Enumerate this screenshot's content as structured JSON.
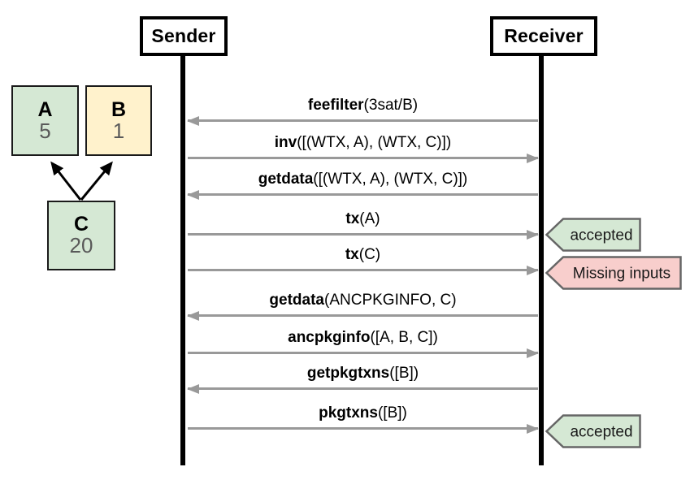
{
  "actors": [
    {
      "label": "Sender"
    },
    {
      "label": "Receiver"
    }
  ],
  "tx_graph": {
    "nodes": [
      {
        "label": "A",
        "value": "5",
        "fill": "#d5e8d4"
      },
      {
        "label": "B",
        "value": "1",
        "fill": "#fff2cc"
      },
      {
        "label": "C",
        "value": "20",
        "fill": "#d5e8d4"
      }
    ],
    "edges": [
      {
        "from": "C",
        "to": "A"
      },
      {
        "from": "C",
        "to": "B"
      }
    ]
  },
  "messages": [
    {
      "name": "feefilter",
      "args": "(3sat/B)",
      "direction": "receiver-to-sender"
    },
    {
      "name": "inv",
      "args": "([(WTX, A), (WTX, C)])",
      "direction": "sender-to-receiver"
    },
    {
      "name": "getdata",
      "args": "([(WTX, A), (WTX, C)])",
      "direction": "receiver-to-sender"
    },
    {
      "name": "tx",
      "args": "(A)",
      "direction": "sender-to-receiver",
      "result": "accepted",
      "tag_fill": "#d5e8d4"
    },
    {
      "name": "tx",
      "args": "(C)",
      "direction": "sender-to-receiver",
      "result": "Missing inputs",
      "tag_fill": "#f8cecc"
    },
    {
      "name": "getdata",
      "args": "(ANCPKGINFO, C)",
      "direction": "receiver-to-sender"
    },
    {
      "name": "ancpkginfo",
      "args": "([A, B, C])",
      "direction": "sender-to-receiver"
    },
    {
      "name": "getpkgtxns",
      "args": "([B])",
      "direction": "receiver-to-sender"
    },
    {
      "name": "pkgtxns",
      "args": "([B])",
      "direction": "sender-to-receiver",
      "result": "accepted",
      "tag_fill": "#d5e8d4"
    }
  ],
  "colors": {
    "node_green": "#d5e8d4",
    "node_yellow": "#fff2cc",
    "tag_green": "#d5e8d4",
    "tag_pink": "#f8cecc",
    "message_arrow": "#999999",
    "tag_border": "#666666",
    "lifeline": "#000000",
    "node_value_text": "#595959"
  }
}
